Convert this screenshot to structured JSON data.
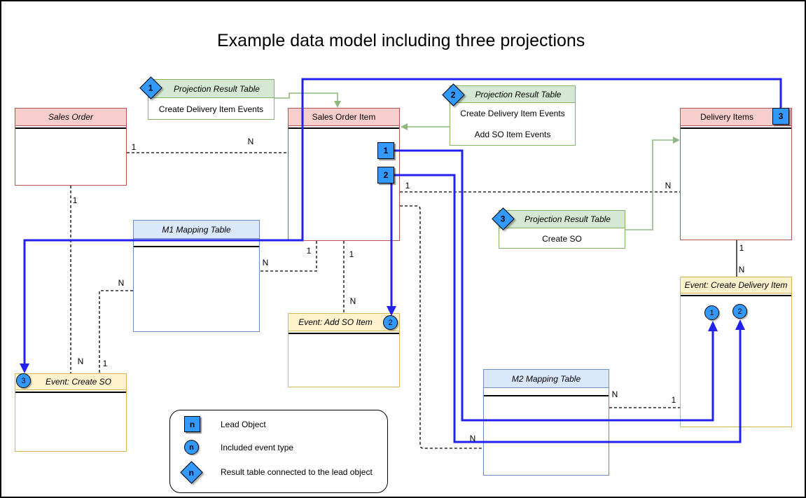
{
  "title": "Example data model including three projections",
  "colors": {
    "entity_fill": "#F8CECC",
    "entity_stroke": "#B85450",
    "mapping_fill": "#DAE8FC",
    "mapping_stroke": "#6C8EBF",
    "event_fill": "#FFF2CC",
    "event_stroke": "#D6B656",
    "projection_fill": "#D5E8D4",
    "projection_stroke": "#82B366",
    "badge_fill": "#3399FF",
    "connector_blue": "#2222EE",
    "connector_green": "#8FB87E"
  },
  "tables": {
    "sales_order": {
      "title": "Sales Order"
    },
    "sales_order_item": {
      "title": "Sales Order Item"
    },
    "delivery_items": {
      "title": "Delivery Items",
      "badge": "3"
    },
    "m1_mapping": {
      "title": "M1 Mapping Table"
    },
    "m2_mapping": {
      "title": "M2 Mapping Table"
    },
    "event_add_so_item": {
      "title": "Event: Add SO Item",
      "badge": "2"
    },
    "event_create_so": {
      "title": "Event: Create SO",
      "badge": "3"
    },
    "event_create_delivery_item": {
      "title": "Event: Create Delivery Item",
      "badges": [
        "1",
        "2"
      ]
    }
  },
  "lead_badges": [
    "1",
    "2"
  ],
  "projections": [
    {
      "badge": "1",
      "title": "Projection Result Table",
      "rows": [
        "Create Delivery Item Events"
      ]
    },
    {
      "badge": "2",
      "title": "Projection Result Table",
      "rows": [
        "Create Delivery Item Events",
        "Add SO Item Events"
      ]
    },
    {
      "badge": "3",
      "title": "Projection Result Table",
      "rows": [
        "Create SO"
      ]
    }
  ],
  "card": {
    "so_soi_1": "1",
    "so_soi_n": "N",
    "so_ecso_1": "1",
    "so_ecso_n": "N",
    "m1_ecso_n": "N",
    "m1_ecso_1": "1",
    "soi_m1_1": "1",
    "soi_m1_n": "N",
    "soi_easi_1": "1",
    "soi_easi_n": "N",
    "soi_di_1": "1",
    "soi_di_n": "N",
    "soi_m2_n": "N",
    "m2_ecdi_n": "N",
    "m2_ecdi_1": "1",
    "di_ecdi_1": "1",
    "di_ecdi_n": "N"
  },
  "legend": {
    "symbol": "n",
    "items": [
      {
        "label": "Lead Object"
      },
      {
        "label": "Included event type"
      },
      {
        "label": "Result table connected to the lead object"
      }
    ]
  }
}
